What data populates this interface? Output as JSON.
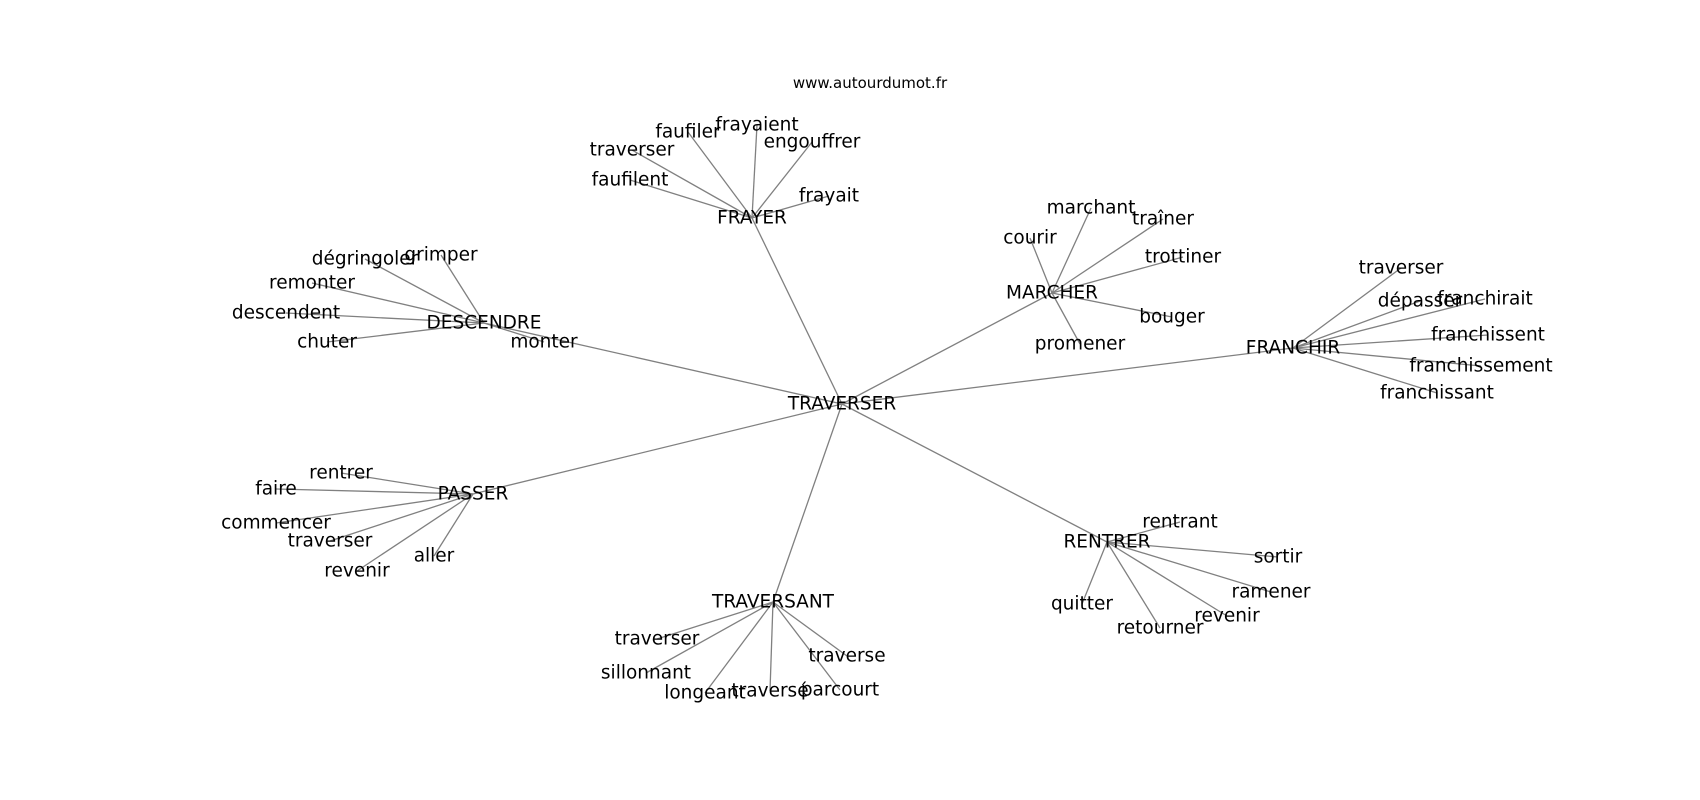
{
  "site": "www.autourdumot.fr",
  "colors": {
    "edge": "#808080",
    "text": "#000000",
    "background": "#ffffff"
  },
  "graph": {
    "center": "TRAVERSER",
    "clusters": [
      {
        "hub": "FRAYER",
        "words": [
          "traverser",
          "faufiler",
          "frayaient",
          "engouffrer",
          "faufilent",
          "frayait"
        ]
      },
      {
        "hub": "DESCENDRE",
        "words": [
          "dégringoler",
          "grimper",
          "remonter",
          "descendent",
          "chuter",
          "monter"
        ]
      },
      {
        "hub": "MARCHER",
        "words": [
          "marchant",
          "courir",
          "traîner",
          "trottiner",
          "bouger",
          "promener"
        ]
      },
      {
        "hub": "FRANCHIR",
        "words": [
          "traverser",
          "dépasser",
          "franchirait",
          "franchissent",
          "franchissement",
          "franchissant"
        ]
      },
      {
        "hub": "PASSER",
        "words": [
          "rentrer",
          "faire",
          "commencer",
          "traverser",
          "revenir",
          "aller"
        ]
      },
      {
        "hub": "TRAVERSANT",
        "words": [
          "traverser",
          "sillonnant",
          "longeant",
          "traversé",
          "parcourt",
          "traverse"
        ]
      },
      {
        "hub": "RENTRER",
        "words": [
          "rentrant",
          "sortir",
          "ramener",
          "revenir",
          "retourner",
          "quitter"
        ]
      }
    ]
  }
}
